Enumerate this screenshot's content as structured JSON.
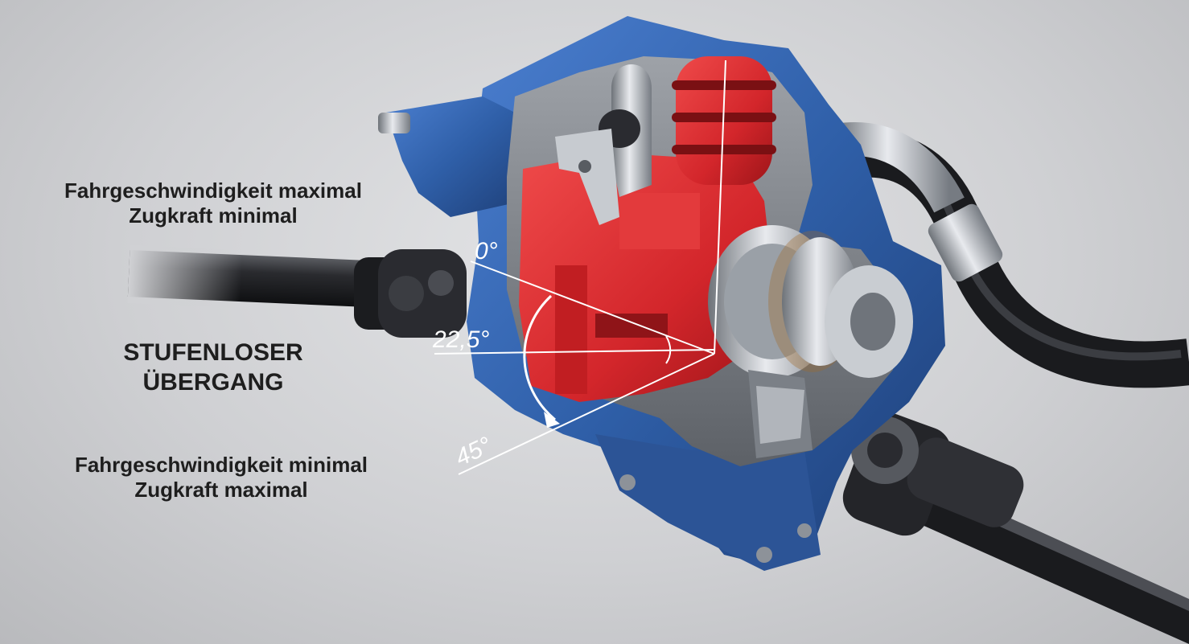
{
  "labels": {
    "top": {
      "line1": "Fahrgeschwindigkeit maximal",
      "line2": "Zugkraft minimal"
    },
    "middle": {
      "line1": "STUFENLOSER",
      "line2": "ÜBERGANG"
    },
    "bottom": {
      "line1": "Fahrgeschwindigkeit minimal",
      "line2": "Zugkraft maximal"
    }
  },
  "angles": {
    "a0": "0°",
    "a1": "22,5°",
    "a2": "45°"
  },
  "colors": {
    "housing_blue": "#2f5fa8",
    "swashplate_red": "#d3262b",
    "steel": "#b8bcc2",
    "shaft_black": "#1c1d20",
    "background": "#d4d5d8"
  }
}
